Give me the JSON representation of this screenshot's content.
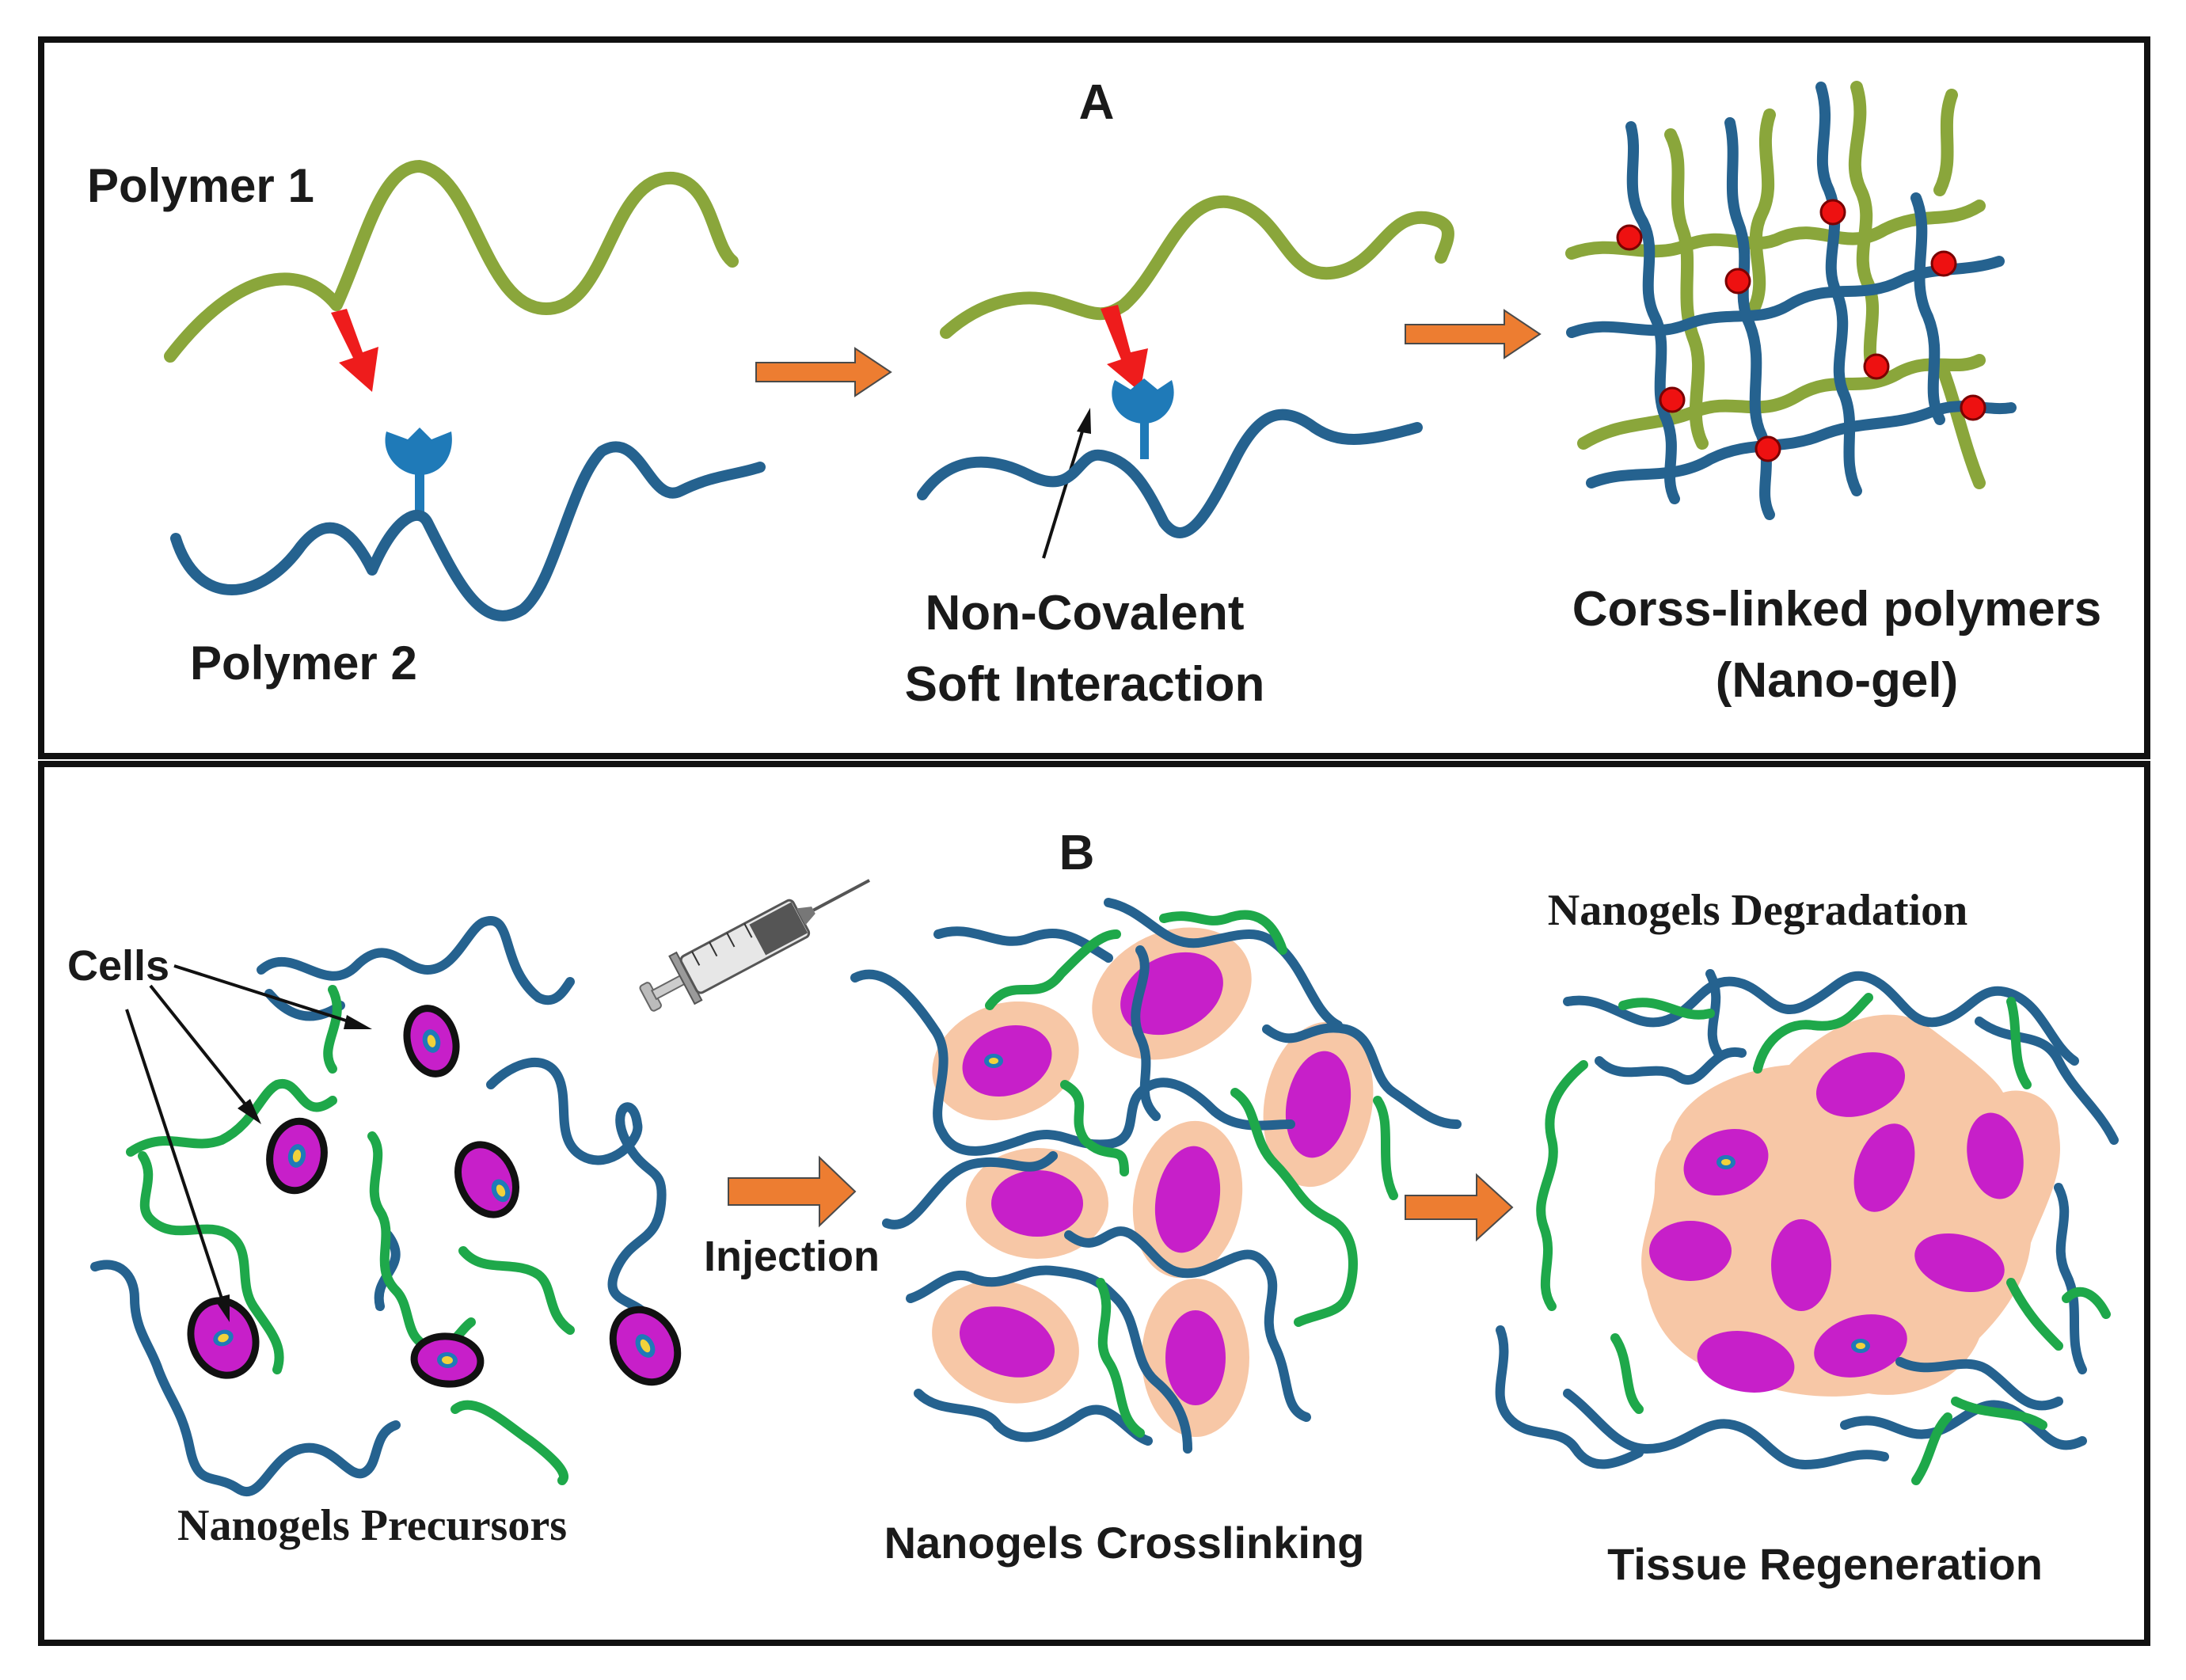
{
  "panel_a": {
    "letter": "A",
    "polymer1_label": "Polymer 1",
    "polymer2_label": "Polymer 2",
    "interaction_line1": "Non-Covalent",
    "interaction_line2": "Soft Interaction",
    "crosslinked_line1": "Corss-linked polymers",
    "crosslinked_line2": "(Nano-gel)"
  },
  "panel_b": {
    "letter": "B",
    "cells_label": "Cells",
    "precursors_label": "Nanogels Precursors",
    "injection_label": "Injection",
    "crosslinking_label": "Nanogels Crosslinking",
    "degradation_label": "Nanogels Degradation",
    "regeneration_label": "Tissue Regeneration"
  },
  "colors": {
    "polymer1": "#8aa63b",
    "polymer2": "#25628f",
    "precursor_green": "#1ea84a",
    "arrow_red": "#ee1c1c",
    "arrow_orange": "#ed7d31",
    "cell_magenta": "#c71fc9",
    "tissue_peach": "#f7c7a6"
  }
}
